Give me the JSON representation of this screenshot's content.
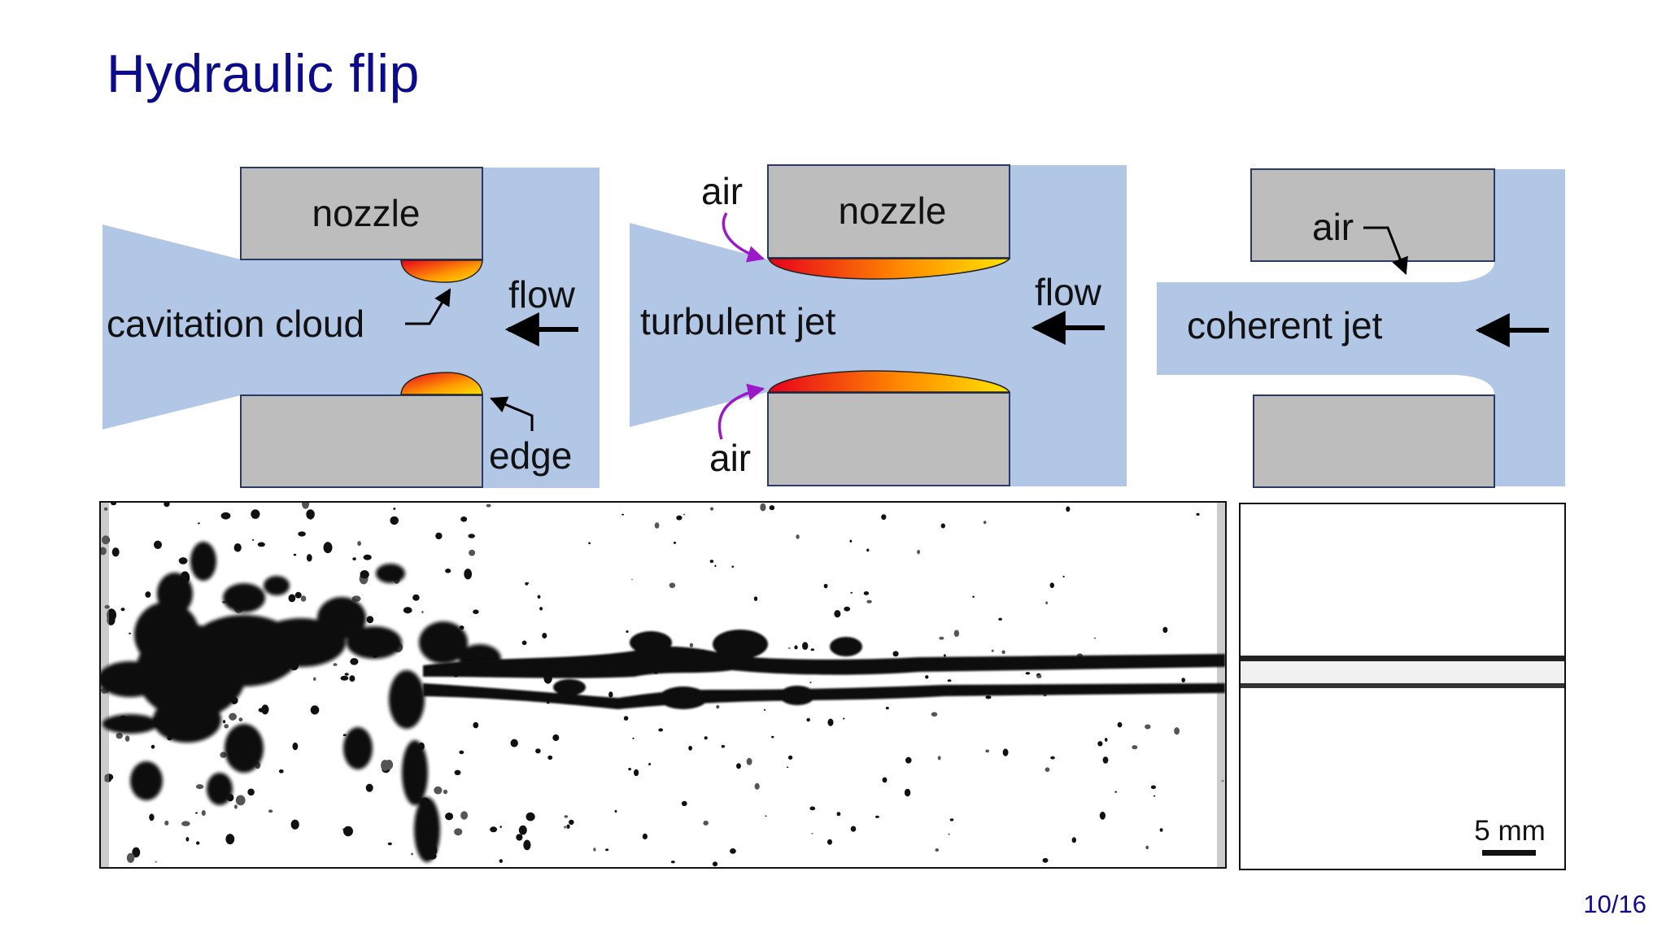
{
  "slide": {
    "title": "Hydraulic flip",
    "page_number": "10/16"
  },
  "panels": {
    "cavitation": {
      "nozzle_label": "nozzle",
      "flow_label": "flow",
      "cloud_label": "cavitation cloud",
      "edge_label": "edge"
    },
    "turbulent": {
      "air_top_label": "air",
      "nozzle_label": "nozzle",
      "flow_label": "flow",
      "jet_label": "turbulent jet",
      "air_bottom_label": "air"
    },
    "coherent": {
      "air_label": "air",
      "jet_label": "coherent jet"
    }
  },
  "photos": {
    "scale_bar_label": "5 mm"
  },
  "colors": {
    "title": "#0b0b8c",
    "liquid": "#b2c6e6",
    "nozzle": "#bdbdbd",
    "air_arrow": "#9b19c8",
    "cavity_hot": "#e8001c",
    "cavity_warm": "#ffe400"
  }
}
